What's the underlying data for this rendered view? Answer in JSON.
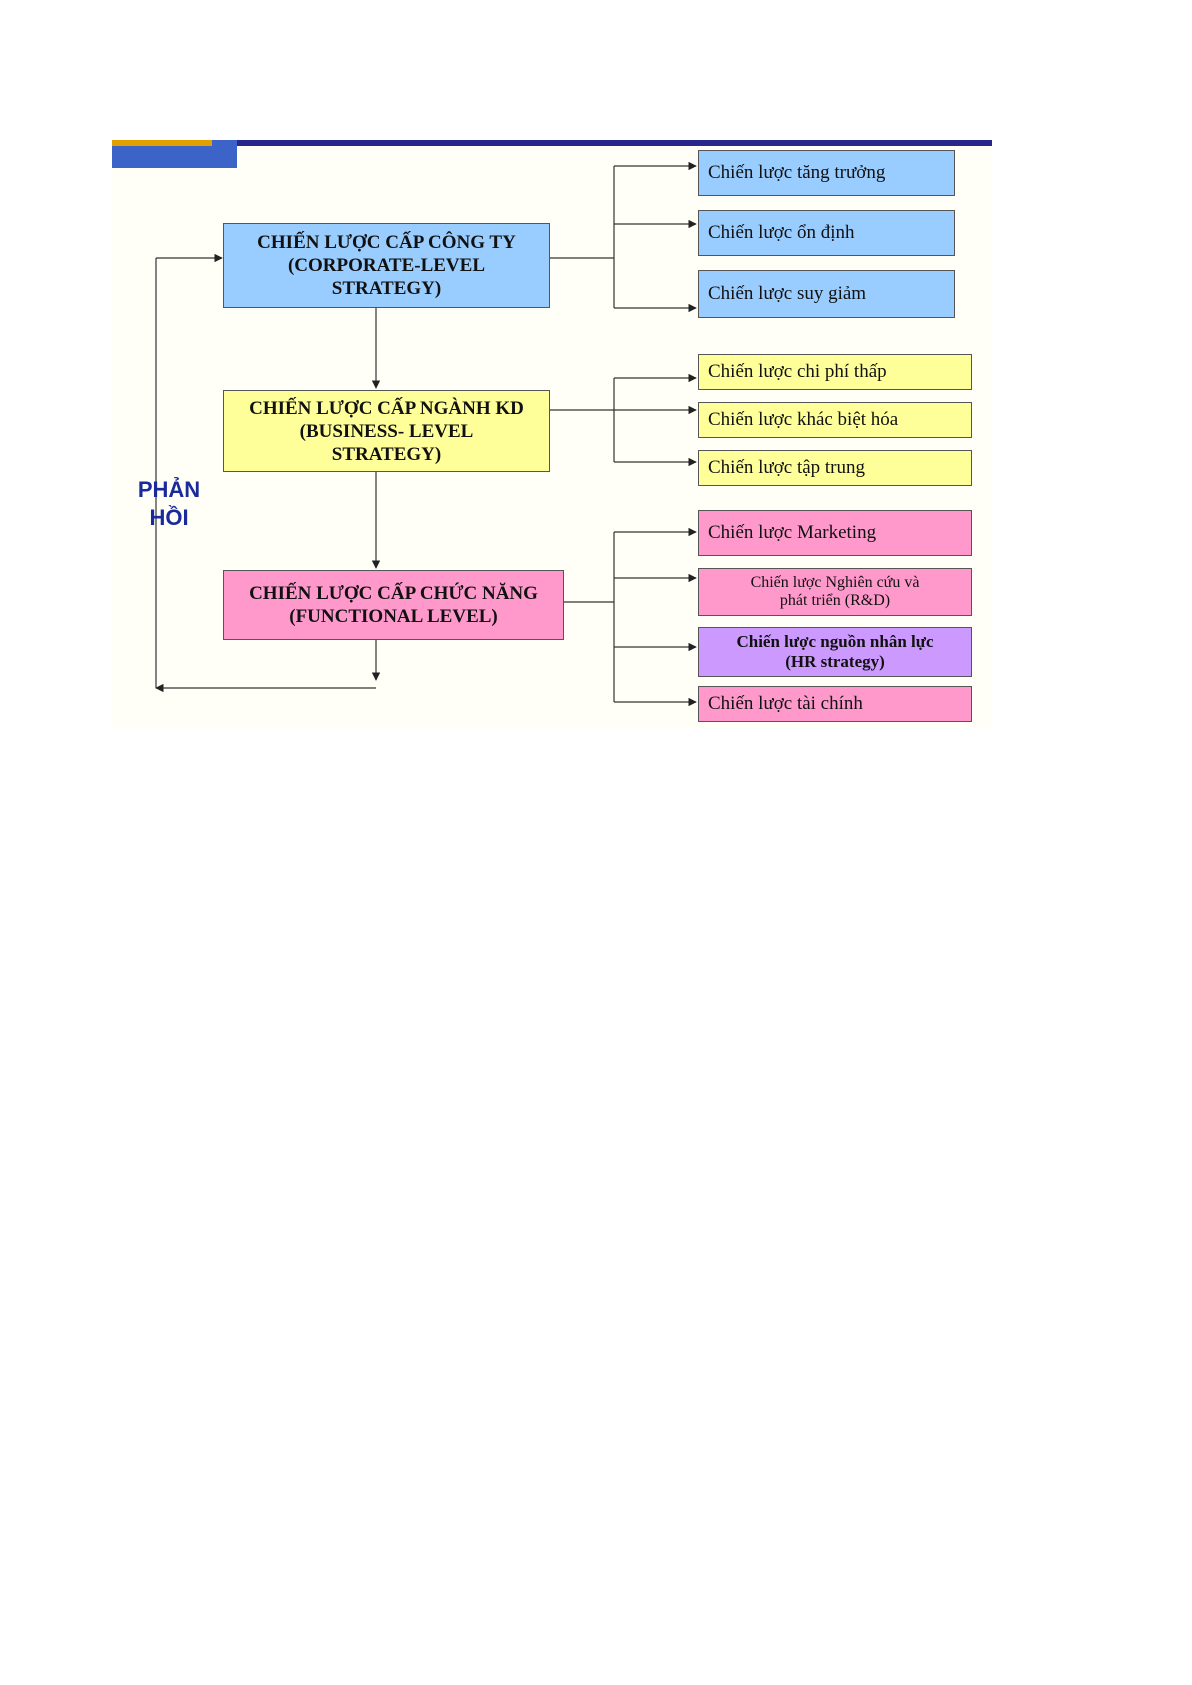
{
  "main_levels": [
    {
      "line1": "CHIẾN LƯỢC CẤP CÔNG TY",
      "line2": "(CORPORATE-LEVEL",
      "line3": "STRATEGY)"
    },
    {
      "line1": "CHIẾN LƯỢC CẤP NGÀNH KD",
      "line2": "(BUSINESS- LEVEL",
      "line3": "STRATEGY)"
    },
    {
      "line1": "CHIẾN LƯỢC CẤP CHỨC NĂNG",
      "line2": "(FUNCTIONAL LEVEL)"
    }
  ],
  "corporate_strategies": [
    "Chiến lược tăng trưởng",
    "Chiến lược ổn định",
    "Chiến lược suy giảm"
  ],
  "business_strategies": [
    "Chiến lược chi phí thấp",
    "Chiến lược khác biệt hóa",
    "Chiến lược tập trung"
  ],
  "functional_strategies": [
    {
      "line1": "Chiến lược Marketing"
    },
    {
      "line1": "Chiến lược Nghiên cứu và",
      "line2": "phát triển (R&D)"
    },
    {
      "line1": "Chiến lược nguồn nhân lực",
      "line2": "(HR strategy)"
    },
    {
      "line1": "Chiến lược tài chính"
    }
  ],
  "feedback": {
    "line1": "PHẢN",
    "line2": "HỒI"
  },
  "colors": {
    "corporate": "#99ccff",
    "business": "#ffff99",
    "functional": "#ff99cc",
    "hr": "#cc99ff",
    "feedback_text": "#1a2a9a",
    "header_bar": "#28288c"
  }
}
